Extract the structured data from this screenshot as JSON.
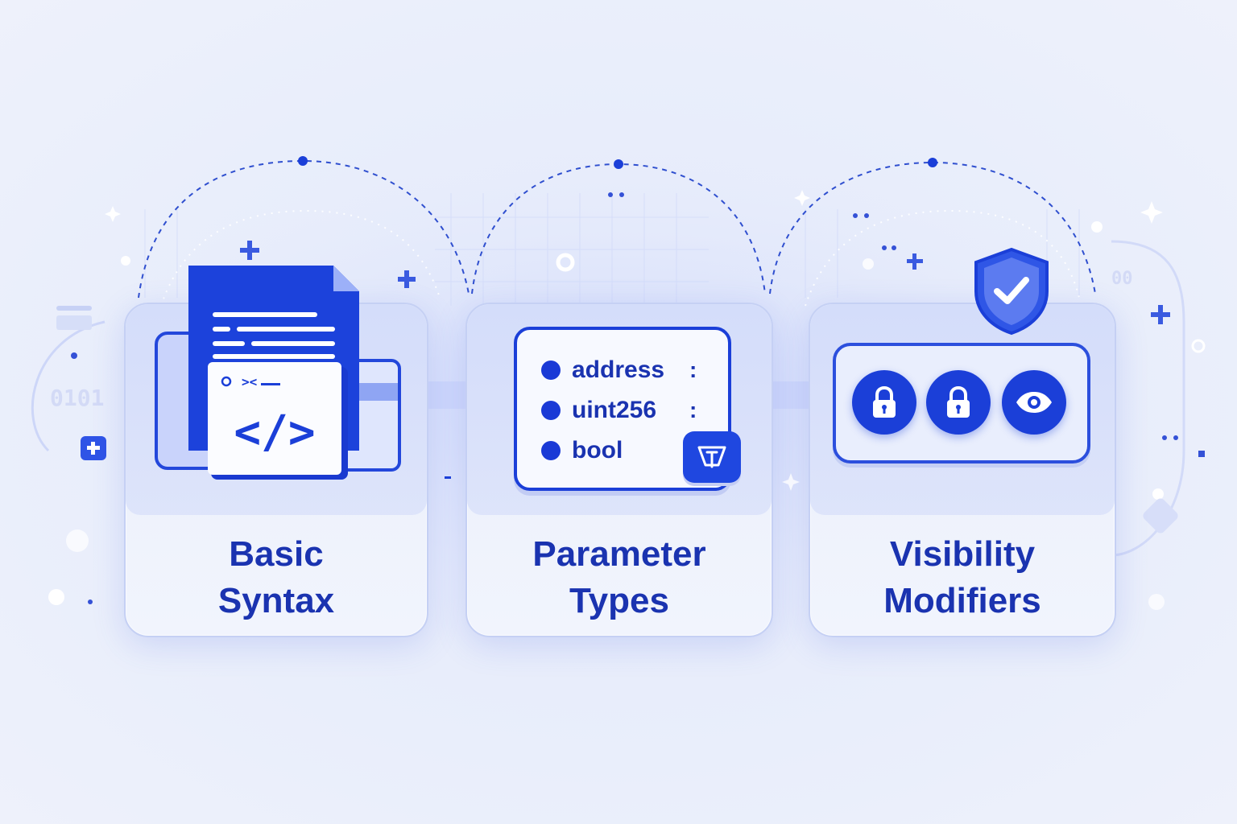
{
  "colors": {
    "accent": "#1b3fd8",
    "title_text": "#1a33b0",
    "background": "#e9eefb",
    "card_border": "#c5d0f4"
  },
  "decor": {
    "binary_text": "0101",
    "counter_text": "00"
  },
  "cards": [
    {
      "title_line1": "Basic",
      "title_line2": "Syntax",
      "icon": "code-document-icon",
      "code_glyph": "</>"
    },
    {
      "title_line1": "Parameter",
      "title_line2": "Types",
      "icon": "type-list-icon",
      "params": [
        "address",
        "uint256",
        "bool"
      ],
      "colon": ":"
    },
    {
      "title_line1": "Visibility",
      "title_line2": "Modifiers",
      "icons": [
        "lock-icon",
        "lock-icon",
        "eye-icon",
        "shield-check-icon"
      ]
    }
  ]
}
